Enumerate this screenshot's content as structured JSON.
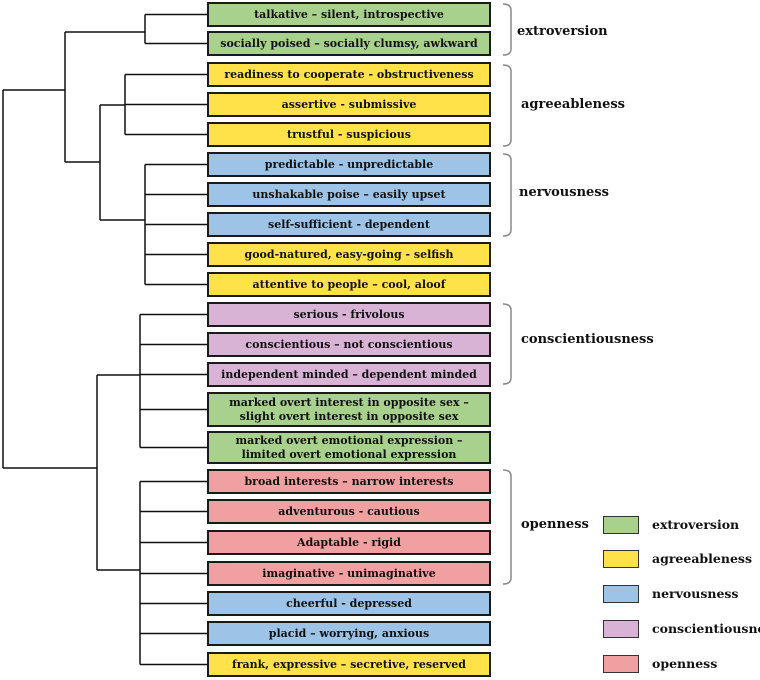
{
  "colors": {
    "extroversion": "#a9d18e",
    "agreeableness": "#ffe14a",
    "nervousness": "#9dc3e6",
    "conscientiousness": "#d9b3d6",
    "openness": "#f0a0a0"
  },
  "items": [
    {
      "text": "talkative – silent, introspective",
      "group": "extroversion"
    },
    {
      "text": "socially poised – socially clumsy, awkward",
      "group": "extroversion"
    },
    {
      "text": "readiness to cooperate - obstructiveness",
      "group": "agreeableness"
    },
    {
      "text": "assertive - submissive",
      "group": "agreeableness"
    },
    {
      "text": "trustful - suspicious",
      "group": "agreeableness"
    },
    {
      "text": "predictable - unpredictable",
      "group": "nervousness"
    },
    {
      "text": "unshakable poise – easily upset",
      "group": "nervousness"
    },
    {
      "text": "self-sufficient - dependent",
      "group": "nervousness"
    },
    {
      "text": "good-natured, easy-going - selfish",
      "group": "agreeableness"
    },
    {
      "text": "attentive to people – cool, aloof",
      "group": "agreeableness"
    },
    {
      "text": "serious - frivolous",
      "group": "conscientiousness"
    },
    {
      "text": "conscientious – not conscientious",
      "group": "conscientiousness"
    },
    {
      "text": "independent minded – dependent minded",
      "group": "conscientiousness"
    },
    {
      "text": "marked overt interest in opposite sex –\nslight overt interest in opposite sex",
      "group": "extroversion"
    },
    {
      "text": "marked overt emotional expression –\nlimited overt emotional expression",
      "group": "extroversion"
    },
    {
      "text": "broad interests – narrow interests",
      "group": "openness"
    },
    {
      "text": "adventurous - cautious",
      "group": "openness"
    },
    {
      "text": "Adaptable - rigid",
      "group": "openness"
    },
    {
      "text": "imaginative - unimaginative",
      "group": "openness"
    },
    {
      "text": "cheerful - depressed",
      "group": "nervousness"
    },
    {
      "text": "placid – worrying, anxious",
      "group": "nervousness"
    },
    {
      "text": "frank, expressive – secretive, reserved",
      "group": "agreeableness"
    }
  ],
  "group_labels": [
    {
      "text": "extroversion"
    },
    {
      "text": "agreeableness"
    },
    {
      "text": "nervousness"
    },
    {
      "text": "conscientiousness"
    },
    {
      "text": "openness"
    }
  ],
  "legend": [
    {
      "label": "extroversion",
      "group": "extroversion"
    },
    {
      "label": "agreeableness",
      "group": "agreeableness"
    },
    {
      "label": "nervousness",
      "group": "nervousness"
    },
    {
      "label": "conscientiousness",
      "group": "conscientiousness"
    },
    {
      "label": "openness",
      "group": "openness"
    }
  ]
}
